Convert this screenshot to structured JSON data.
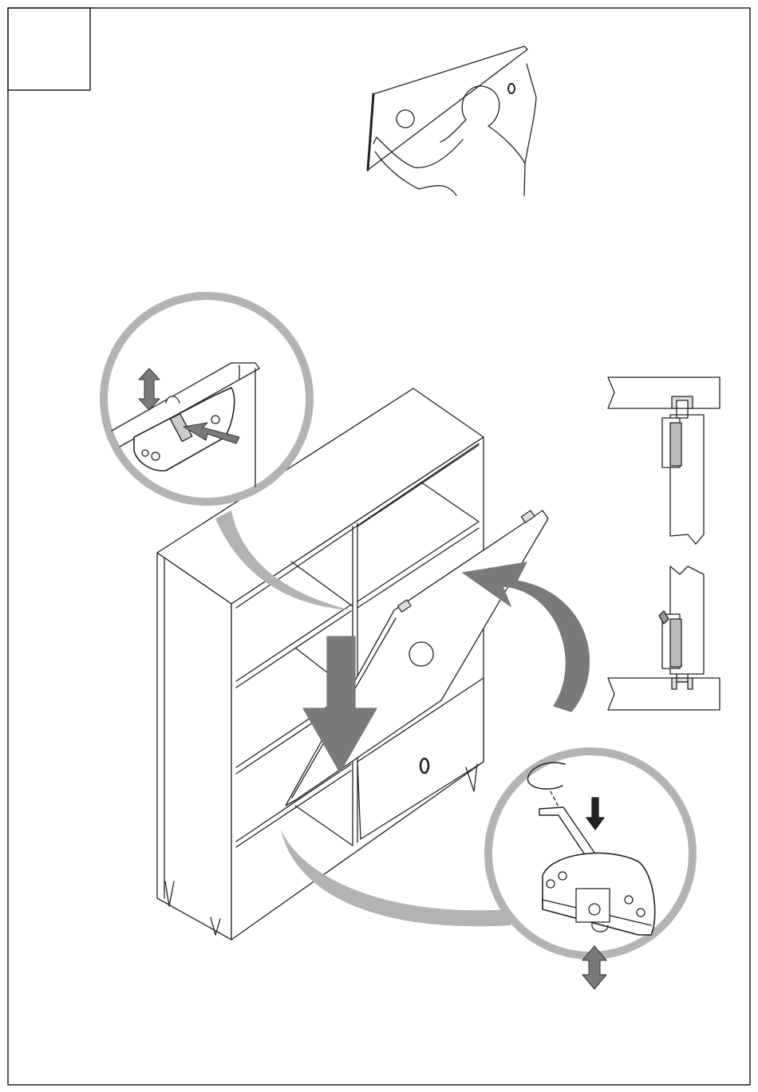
{
  "step": {
    "number": ""
  },
  "colors": {
    "line": "#222222",
    "arrow_dark": "#7a7a7a",
    "callout_gray": "#b3b3b3",
    "part_fill": "#cfcfcf",
    "paper": "#ffffff"
  },
  "illustrations": {
    "person": "person-lifting-panel",
    "cabinet": "shelving-cabinet-with-flap-door",
    "hinge_top": "hinge-detail-adjust",
    "hinge_bottom": "hinge-detail-allen-key",
    "section_top": "hinge-section-top",
    "section_bottom": "hinge-section-bottom"
  }
}
